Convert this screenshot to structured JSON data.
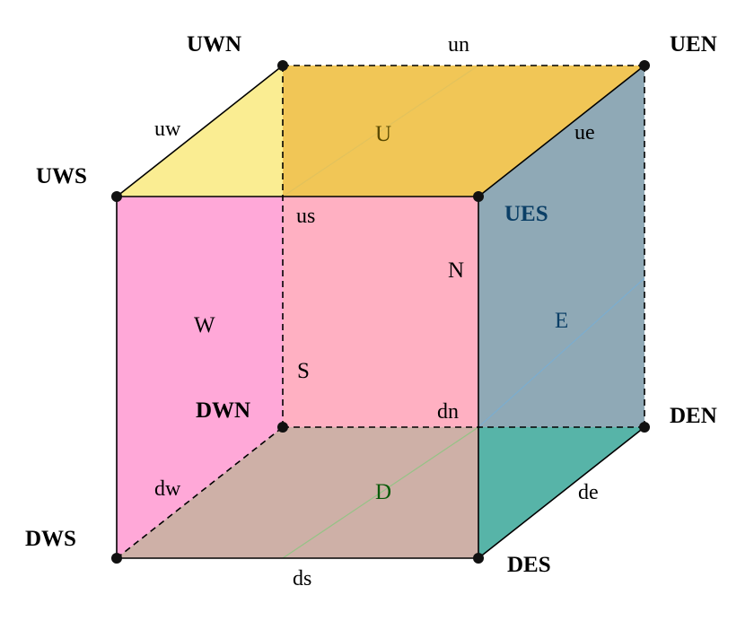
{
  "faces": {
    "U": {
      "label": "U",
      "color": "#e8c200",
      "label_color": "#5a4a00"
    },
    "W": {
      "label": "W",
      "color": "#ff99ff",
      "label_color": "#000000"
    },
    "N": {
      "label": "N",
      "color": "#ff8fa8",
      "label_color": "#000000"
    },
    "S": {
      "label": "S",
      "color": "#ff8fa8",
      "label_color": "#000000"
    },
    "E": {
      "label": "E",
      "color": "#5f9aa8",
      "label_color": "#0b3f66"
    },
    "D": {
      "label": "D",
      "color": "#5fa35f",
      "label_color": "#0a5a0a"
    }
  },
  "vertices": {
    "UWN": "UWN",
    "UEN": "UEN",
    "UWS": "UWS",
    "UES": "UES",
    "DWN": "DWN",
    "DEN": "DEN",
    "DWS": "DWS",
    "DES": "DES"
  },
  "edges": {
    "un": "un",
    "uw": "uw",
    "ue": "ue",
    "us": "us",
    "dn": "dn",
    "dw": "dw",
    "de": "de",
    "ds": "ds"
  },
  "colors": {
    "edge": "#000000",
    "vertex": "#111111",
    "ues_label": "#0b3f66",
    "top_triangle": "#fbf59a"
  }
}
